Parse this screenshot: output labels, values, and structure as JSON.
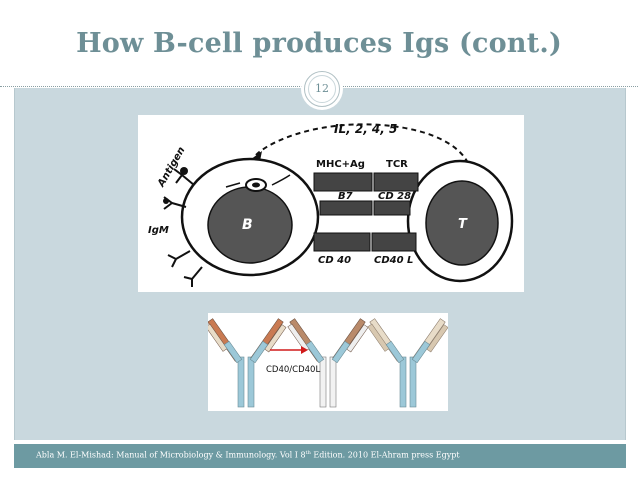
{
  "slide": {
    "title": "How B-cell produces Igs (cont.)",
    "page_number": "12"
  },
  "figure_top": {
    "labels": {
      "cytokines": "IL, 2, 4, 5",
      "mhc_ag": "MHC+Ag",
      "tcr": "TCR",
      "b7": "B7",
      "cd28": "CD 28",
      "cd40": "CD 40",
      "cd40l": "CD40 L",
      "b_cell": "B",
      "t_cell": "T",
      "antigen": "Antigen",
      "igm": "IgM"
    }
  },
  "figure_bottom": {
    "label": "CD40/CD40L",
    "arrow_color": "#d11a1a"
  },
  "footer": {
    "text_before": "Abla M. El-Mishad: Manual of Microbiology & Immunology. Vol I 8",
    "superscript": "th",
    "text_after": " Edition. 2010 El-Ahram press Egypt"
  },
  "colors": {
    "title": "#6e8f96",
    "content_bg": "#c9d8de",
    "footer_bg": "#6d9aa2"
  }
}
